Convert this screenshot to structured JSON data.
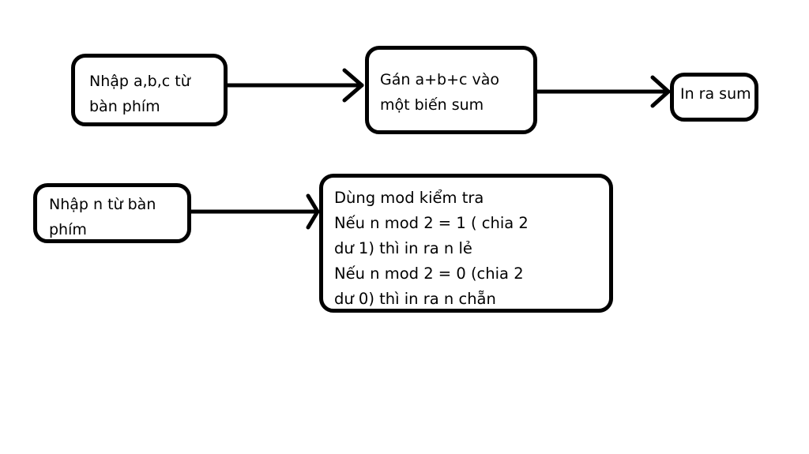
{
  "diagram": {
    "boxes": [
      {
        "id": "box1",
        "lines": [
          "Nhập a,b,c từ",
          "bàn phím"
        ]
      },
      {
        "id": "box2",
        "lines": [
          "Gán a+b+c vào",
          "một biến sum"
        ]
      },
      {
        "id": "box3",
        "lines": [
          "In ra sum"
        ]
      },
      {
        "id": "box4",
        "lines": [
          "Nhập n từ bàn",
          "phím"
        ]
      },
      {
        "id": "box5",
        "lines": [
          "Dùng mod kiểm tra",
          "Nếu n mod 2 = 1 ( chia 2",
          "dư 1) thì in ra n lẻ",
          "Nếu n mod 2 = 0 (chia 2",
          "dư 0) thì in ra n chẵn"
        ]
      }
    ],
    "edges": [
      {
        "from": "box1",
        "to": "box2"
      },
      {
        "from": "box2",
        "to": "box3"
      },
      {
        "from": "box4",
        "to": "box5"
      }
    ]
  }
}
